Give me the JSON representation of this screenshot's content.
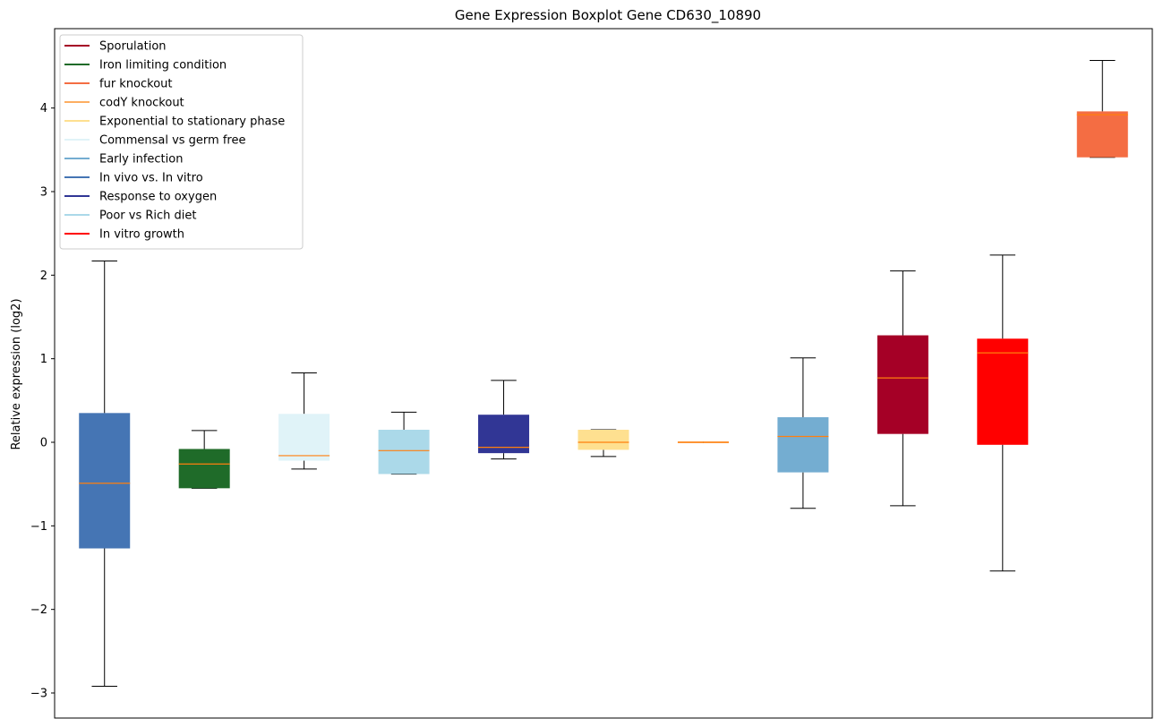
{
  "chart_data": {
    "type": "boxplot",
    "title": "Gene Expression Boxplot Gene CD630_10890",
    "xlabel": "",
    "ylabel": "Relative expression (log2)",
    "ylim": [
      -3.3,
      4.95
    ],
    "yticks": [
      -3,
      -2,
      -1,
      0,
      1,
      2,
      3,
      4
    ],
    "ytick_labels": [
      "−3",
      "−2",
      "−1",
      "0",
      "1",
      "2",
      "3",
      "4"
    ],
    "grid": false,
    "legend_position": "top-left",
    "legend": [
      {
        "name": "Sporulation",
        "color": "#a50026"
      },
      {
        "name": "Iron limiting condition",
        "color": "#1f6b29"
      },
      {
        "name": "fur knockout",
        "color": "#f46d43"
      },
      {
        "name": "codY knockout",
        "color": "#fdae61"
      },
      {
        "name": "Exponential to stationary phase",
        "color": "#fee090"
      },
      {
        "name": "Commensal vs germ free",
        "color": "#e0f3f8"
      },
      {
        "name": "Early infection",
        "color": "#74add1"
      },
      {
        "name": "In vivo vs. In vitro",
        "color": "#4575b4"
      },
      {
        "name": "Response to oxygen",
        "color": "#313695"
      },
      {
        "name": "Poor vs Rich diet",
        "color": "#abd9e9"
      },
      {
        "name": "In vitro growth",
        "color": "#ff0000"
      }
    ],
    "median_color": "#ff7f0e",
    "boxes": [
      {
        "group": "In vivo vs. In vitro",
        "color": "#4575b4",
        "whisker_low": -2.92,
        "q1": -1.27,
        "median": -0.49,
        "q3": 0.35,
        "whisker_high": 2.17
      },
      {
        "group": "Iron limiting condition",
        "color": "#1f6b29",
        "whisker_low": -0.55,
        "q1": -0.55,
        "median": -0.26,
        "q3": -0.08,
        "whisker_high": 0.14
      },
      {
        "group": "Commensal vs germ free",
        "color": "#e0f3f8",
        "whisker_low": -0.32,
        "q1": -0.22,
        "median": -0.16,
        "q3": 0.34,
        "whisker_high": 0.83
      },
      {
        "group": "Poor vs Rich diet",
        "color": "#abd9e9",
        "whisker_low": -0.38,
        "q1": -0.38,
        "median": -0.1,
        "q3": 0.15,
        "whisker_high": 0.36
      },
      {
        "group": "Response to oxygen",
        "color": "#313695",
        "whisker_low": -0.2,
        "q1": -0.13,
        "median": -0.06,
        "q3": 0.33,
        "whisker_high": 0.74
      },
      {
        "group": "Exponential to stationary phase",
        "color": "#fee090",
        "whisker_low": -0.17,
        "q1": -0.09,
        "median": 0.0,
        "q3": 0.15,
        "whisker_high": 0.15
      },
      {
        "group": "codY knockout",
        "color": "#fdae61",
        "whisker_low": 0.0,
        "q1": -0.01,
        "median": 0.0,
        "q3": 0.01,
        "whisker_high": 0.0
      },
      {
        "group": "Early infection",
        "color": "#74add1",
        "whisker_low": -0.79,
        "q1": -0.36,
        "median": 0.07,
        "q3": 0.3,
        "whisker_high": 1.01
      },
      {
        "group": "Sporulation",
        "color": "#a50026",
        "whisker_low": -0.76,
        "q1": 0.1,
        "median": 0.77,
        "q3": 1.28,
        "whisker_high": 2.05
      },
      {
        "group": "In vitro growth",
        "color": "#ff0000",
        "whisker_low": -1.54,
        "q1": -0.03,
        "median": 1.07,
        "q3": 1.24,
        "whisker_high": 2.24
      },
      {
        "group": "fur knockout",
        "color": "#f46d43",
        "whisker_low": 3.41,
        "q1": 3.41,
        "median": 3.92,
        "q3": 3.96,
        "whisker_high": 4.57
      }
    ]
  }
}
